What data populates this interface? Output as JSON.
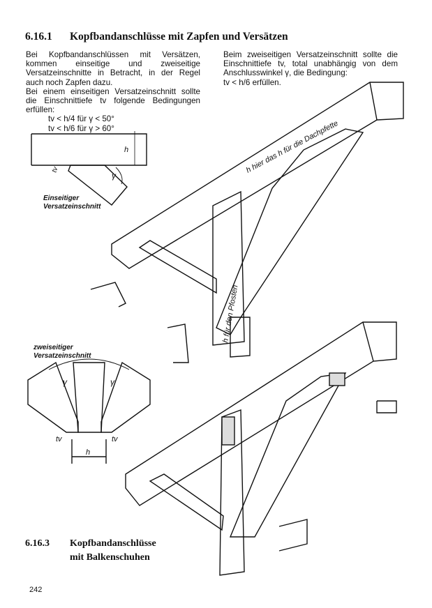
{
  "section1": {
    "number": "6.16.1",
    "title": "Kopfbandanschlüsse mit Zapfen und Versätzen"
  },
  "left_text": {
    "p1": "Bei Kopfbandanschlüssen mit Versätzen, kommen einseitige und zweiseitige Versatzeinschnitte in Betracht, in der Regel auch noch Zapfen dazu.",
    "p2": "Bei einem einseitigen Versatzeinschnitt sollte die Einschnittiefe tv folgende  Bedingungen erfüllen:",
    "cond1": "tv < h/4 für γ < 50°",
    "cond2": "tv < h/6 für γ > 60°"
  },
  "right_text": {
    "p1": "Beim zweiseitigen Versatzeinschnitt sollte die Einschnittiefe tv, total unabhängig von dem Anschlusswinkel γ, die Bedingung:",
    "p2": "tv < h/6 erfüllen."
  },
  "figure1": {
    "label1": "Einseitiger",
    "label2": "Versatzeinschnitt",
    "tv": "tv",
    "h": "h",
    "gamma": "γ",
    "dachpfette": "h  hier das h für die Dachpfette",
    "pfosten": "h für den Pfosten"
  },
  "figure2": {
    "label1": "zweiseitiger",
    "label2": "Versatzeinschnitt",
    "tv": "tv",
    "h": "h",
    "gamma": "γ"
  },
  "section3": {
    "number": "6.16.3",
    "title_line1": "Kopfbandanschlüsse",
    "title_line2": "mit Balkenschuhen"
  },
  "page_number": "242"
}
